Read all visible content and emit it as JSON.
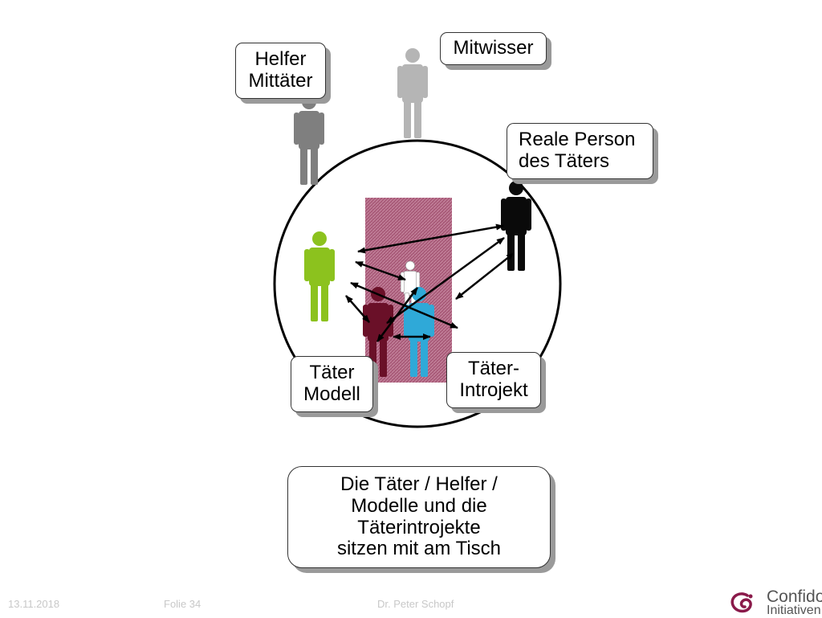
{
  "boxes": {
    "helfer": "Helfer\nMittäter",
    "mitwisser": "Mitwisser",
    "reale": "Reale Person\ndes Täters",
    "modell": "Täter\nModell",
    "introjekt": "Täter-\nIntrojekt",
    "caption": "Die Täter / Helfer /\nModelle und die\nTäterintrojekte\nsitzen mit am Tisch"
  },
  "figures": [
    {
      "name": "helfer-figure",
      "color": "#7f7f7f"
    },
    {
      "name": "mitwisser-figure",
      "color": "#b5b5b5"
    },
    {
      "name": "reale-person-figure",
      "color": "#0a0a0a"
    },
    {
      "name": "green-figure",
      "color": "#8cc21e"
    },
    {
      "name": "taeter-modell-figure",
      "color": "#6a1028"
    },
    {
      "name": "white-figure",
      "color": "#ffffff"
    },
    {
      "name": "taeter-introjekt-figure",
      "color": "#2fa9d8"
    }
  ],
  "colors": {
    "table": "#a85a78",
    "circle": "#000000",
    "arrows": "#000000",
    "logo_accent": "#8a1a4a"
  },
  "footer": {
    "date": "13.11.2018",
    "slide": "Folie 34",
    "author": "Dr. Peter Schopf"
  },
  "logo": {
    "line1": "Confido",
    "line2": "Initiativen"
  }
}
